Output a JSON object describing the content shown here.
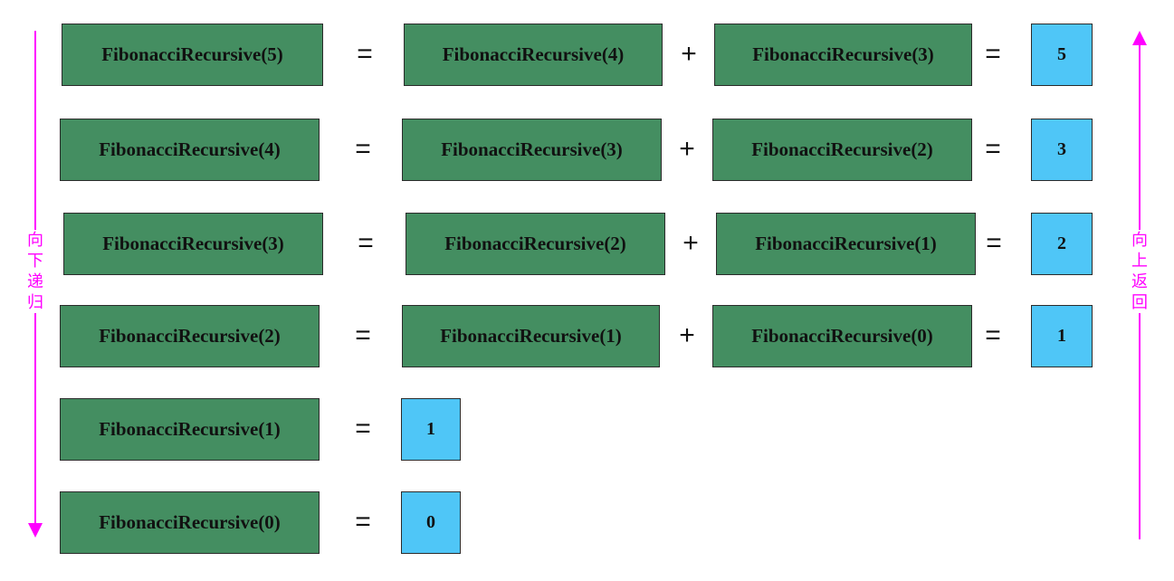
{
  "rows": [
    {
      "lhs": "FibonacciRecursive(5)",
      "eq1": "=",
      "a": "FibonacciRecursive(4)",
      "plus": "+",
      "b": "FibonacciRecursive(3)",
      "eq2": "=",
      "result": "5"
    },
    {
      "lhs": "FibonacciRecursive(4)",
      "eq1": "=",
      "a": "FibonacciRecursive(3)",
      "plus": "+",
      "b": "FibonacciRecursive(2)",
      "eq2": "=",
      "result": "3"
    },
    {
      "lhs": "FibonacciRecursive(3)",
      "eq1": "=",
      "a": "FibonacciRecursive(2)",
      "plus": "+",
      "b": "FibonacciRecursive(1)",
      "eq2": "=",
      "result": "2"
    },
    {
      "lhs": "FibonacciRecursive(2)",
      "eq1": "=",
      "a": "FibonacciRecursive(1)",
      "plus": "+",
      "b": "FibonacciRecursive(0)",
      "eq2": "=",
      "result": "1"
    },
    {
      "lhs": "FibonacciRecursive(1)",
      "eq1": "=",
      "result": "1"
    },
    {
      "lhs": "FibonacciRecursive(0)",
      "eq1": "=",
      "result": "0"
    }
  ],
  "left_label": [
    "向",
    "下",
    "递",
    "归"
  ],
  "right_label": [
    "向",
    "上",
    "返",
    "回"
  ],
  "colors": {
    "call_box": "#448e61",
    "result_box": "#4fc6f7",
    "arrow": "#ff00ff"
  }
}
